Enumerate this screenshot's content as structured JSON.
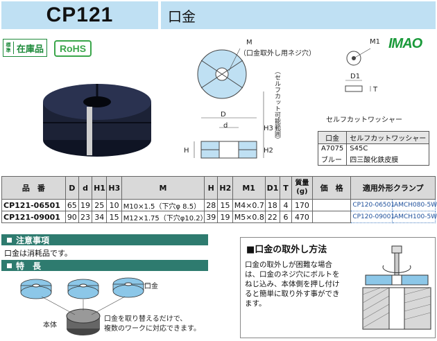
{
  "header": {
    "model": "CP121",
    "title": "口金"
  },
  "badges": {
    "stock_small": "標準",
    "stock_big": "在庫品",
    "rohs": "RoHS"
  },
  "logo": "IMAO",
  "drawing": {
    "M_label": "M",
    "M_note": "（口金取外し用ネジ穴）",
    "M1_label": "M1",
    "D_label": "D",
    "d_label": "d",
    "H_label": "H",
    "H2_label": "H2",
    "H3_label": "H3",
    "H3_note": "（セルフカット可能範囲）",
    "D1_label": "D1",
    "T_label": "T",
    "washer_caption": "セルフカットワッシャー"
  },
  "washer_table": {
    "headers": [
      "口金",
      "セルフカットワッシャー"
    ],
    "rows": [
      [
        "A7075",
        "S45C"
      ],
      [
        "ブルー",
        "四三酸化鉄皮膜"
      ]
    ]
  },
  "spec_table": {
    "headers": [
      "品　番",
      "D",
      "d",
      "H1",
      "H3",
      "M",
      "H",
      "H2",
      "M1",
      "D1",
      "T",
      "質量\n(g)",
      "価　格",
      "適用外形クランプ"
    ],
    "rows": [
      {
        "part": "CP121-06501",
        "D": "65",
        "d": "19",
        "H1": "25",
        "H3": "10",
        "M": "M10×1.5（下穴φ 8.5）",
        "H": "28",
        "H2": "15",
        "M1": "M4×0.7",
        "D1": "18",
        "T": "4",
        "mass": "170",
        "price": "",
        "clamp1": "CP120-06501",
        "clamp2": "AMCH080-5W"
      },
      {
        "part": "CP121-09001",
        "D": "90",
        "d": "23",
        "H1": "34",
        "H3": "15",
        "M": "M12×1.75（下穴φ10.2）",
        "H": "39",
        "H2": "19",
        "M1": "M5×0.8",
        "D1": "22",
        "T": "6",
        "mass": "470",
        "price": "",
        "clamp1": "CP120-09001",
        "clamp2": "AMCH100-5W"
      }
    ]
  },
  "notes": {
    "caution_title": "注意事項",
    "caution_text": "口金は消耗品です。",
    "feature_title": "特　長",
    "feature_label_jaw": "口金",
    "feature_label_body": "本体",
    "feature_text_1": "口金を取り替えるだけで、",
    "feature_text_2": "複数のワークに対応できます。"
  },
  "removal": {
    "title": "■口金の取外し方法",
    "lines": [
      "口金の取外しが困難な場合",
      "は、口金のネジ穴にボルトを",
      "ねじ込み、本体側を押し付け",
      "ると簡単に取り外す事ができ",
      "ます。"
    ]
  },
  "colors": {
    "header_bg": "#bfe0f3",
    "bar": "#2e7b6f",
    "part_navy": "#1c2236",
    "rohs": "#3aa64a"
  }
}
